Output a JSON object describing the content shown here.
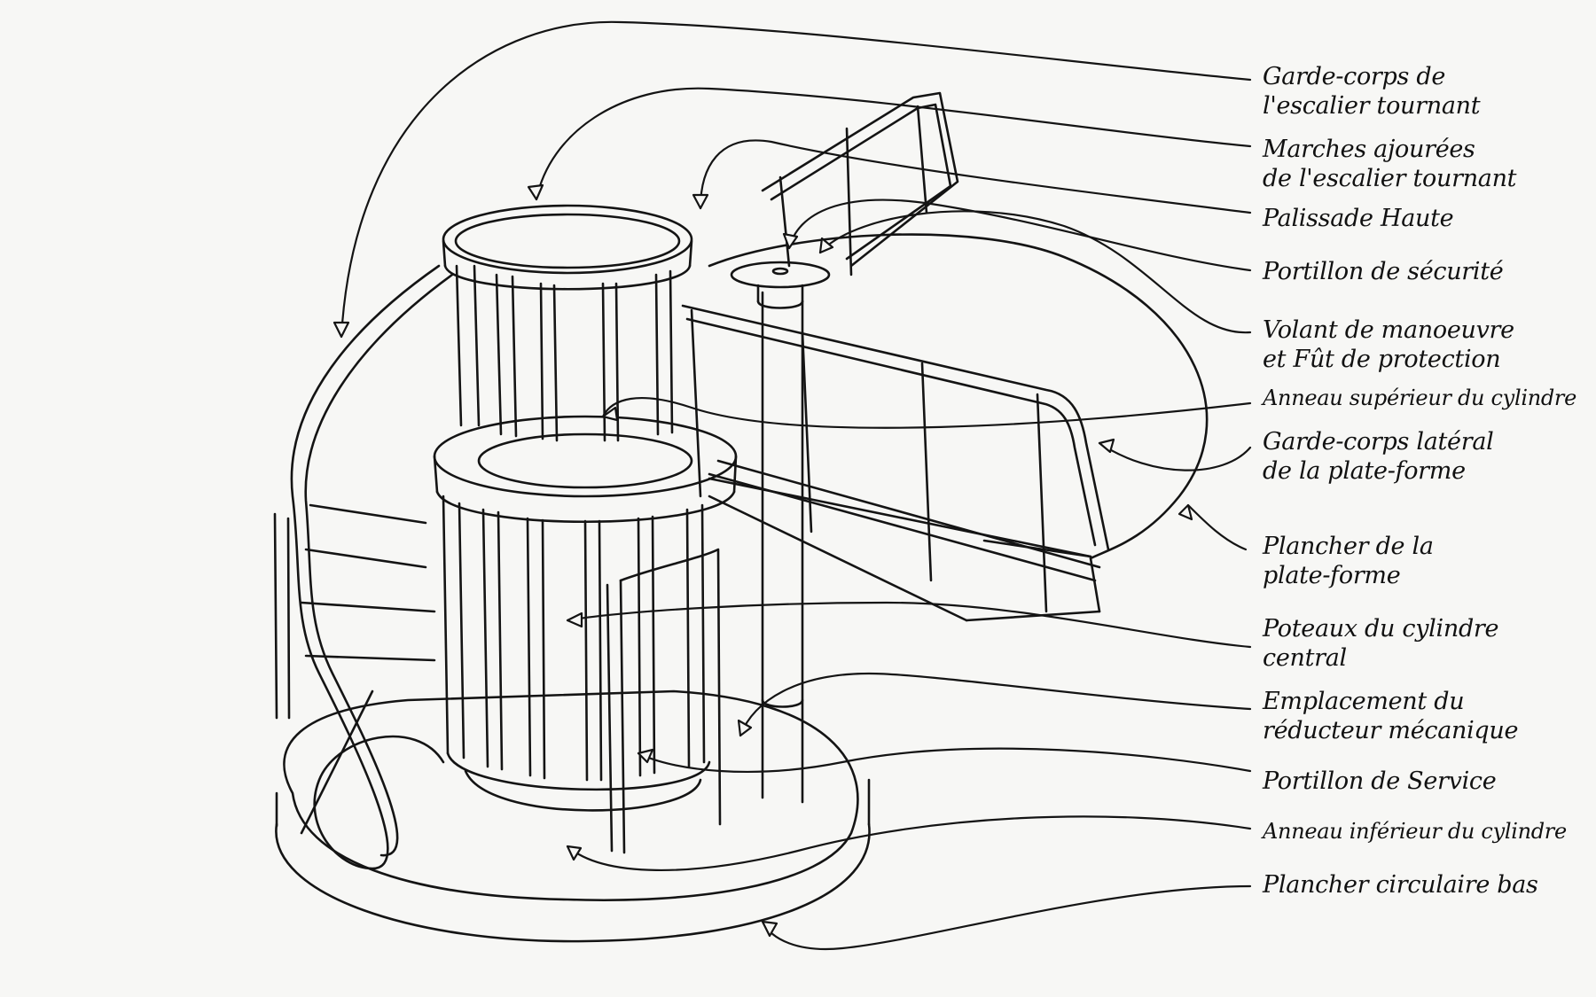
{
  "labels": [
    {
      "id": "garde-corps-escalier",
      "lines": [
        "Garde-corps de",
        "l'escalier tournant"
      ]
    },
    {
      "id": "marches-ajourees",
      "lines": [
        "Marches ajourées",
        "de l'escalier tournant"
      ]
    },
    {
      "id": "palissade-haute",
      "lines": [
        "Palissade Haute"
      ]
    },
    {
      "id": "portillon-securite",
      "lines": [
        "Portillon de sécurité"
      ]
    },
    {
      "id": "volant-manoeuvre",
      "lines": [
        "Volant de manoeuvre",
        "et Fût de protection"
      ]
    },
    {
      "id": "anneau-superieur",
      "lines": [
        "Anneau supérieur du cylindre"
      ]
    },
    {
      "id": "garde-corps-lateral",
      "lines": [
        "Garde-corps latéral",
        "de la plate-forme"
      ]
    },
    {
      "id": "plancher-plateforme",
      "lines": [
        "Plancher de la",
        "plate-forme"
      ]
    },
    {
      "id": "poteaux-cylindre",
      "lines": [
        "Poteaux du cylindre",
        "central"
      ]
    },
    {
      "id": "emplacement-reducteur",
      "lines": [
        "Emplacement du",
        "réducteur mécanique"
      ]
    },
    {
      "id": "portillon-service",
      "lines": [
        "Portillon de Service"
      ]
    },
    {
      "id": "anneau-inferieur",
      "lines": [
        "Anneau inférieur du cylindre"
      ]
    },
    {
      "id": "plancher-circulaire",
      "lines": [
        "Plancher circulaire bas"
      ]
    }
  ]
}
